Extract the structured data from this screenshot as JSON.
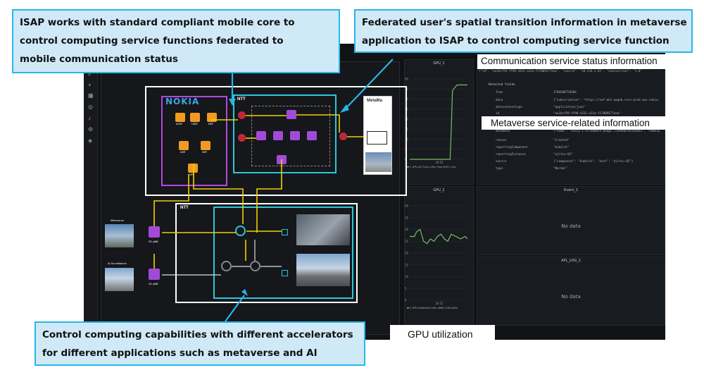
{
  "callouts": {
    "top_left": [
      "ISAP works with standard compliant mobile core to",
      "control computing service functions federated to",
      "mobile communication status"
    ],
    "top_right": [
      "Federated user's spatial transition information in metaverse",
      "application to ISAP to control computing service function"
    ],
    "bottom": [
      "Control computing capabilities with different accelerators",
      "for different applications such as metaverse and AI"
    ]
  },
  "labels": {
    "comm_status": "Communication service status information",
    "metaverse_info": "Metaverse service-related information",
    "gpu_util": "GPU utilization"
  },
  "diagram": {
    "nokia_logo": "NOKIA",
    "ntt_top": "NTT",
    "ntt_bottom": "NTT",
    "metama": "MetaMa",
    "metaverse_label": "Metaverse",
    "ai_label": "AI Surveillance",
    "gnb_top": "5G gNB",
    "gnb_bottom": "5G gNB",
    "nodes": [
      "AUSF",
      "UDM",
      "NEF",
      "AMF",
      "SMF",
      "UPF"
    ]
  },
  "panels": {
    "gpu1": {
      "title": "GPU_1",
      "legend": "C-GPU-a577ecb-116e-74ea-6951-11bc"
    },
    "gpu2": {
      "title": "GPU_2",
      "legend": "C-GPU-bc8dbe40-ce8e-d866-1345-a48e"
    },
    "event2": {
      "title": "Event_2",
      "body": "No data"
    },
    "apl_log2": {
      "title": "APL_LOG_2",
      "body": "No data"
    }
  },
  "log": {
    "header": "{\"id\": \"ea1bcf59-ff98-4331-a22a-f27809577eea\", \"source\": \"10.234.2.61\", \"specversion\": \"1.0\"",
    "detected": "Detected fields",
    "rows": [
      {
        "k": "Time",
        "v": "1706680756604"
      },
      {
        "k": "data",
        "v": "{\"subscription\": \"https://nef.mk1-awgnb.core-prod.aws.nokia"
      },
      {
        "k": "datacontenttype",
        "v": "\"application/json\""
      },
      {
        "k": "id",
        "v": "\"ea1bcf59-ff98-4331-a22a-f27809577eea\""
      },
      {
        "k": "metadata",
        "v": "{\"name\": \"unity-1-5c70d8b54-p5wgs.17a99a87ba1e56e3\", \"namesp"
      },
      {
        "k": "reason",
        "v": "\"Created\""
      },
      {
        "k": "reportingComponent",
        "v": "\"kubelet\""
      },
      {
        "k": "reportingInstance",
        "v": "\"ajitsu-02\""
      },
      {
        "k": "source",
        "v": "{\"component\": \"kubelet\", \"host\": \"ajitsu-02\"}"
      },
      {
        "k": "type",
        "v": "\"Normal\""
      }
    ]
  },
  "chart_data": [
    {
      "type": "line",
      "title": "GPU_1",
      "ylim": [
        0,
        40
      ],
      "yticks": [
        "40",
        "35",
        "30",
        "25",
        "20",
        "15",
        "10",
        "5",
        "0"
      ],
      "xtick": "18:55",
      "series": [
        {
          "name": "C-GPU-a577ecb-116e-74ea-6951-11bc",
          "x": [
            0,
            70,
            72,
            74,
            76,
            82,
            84,
            100
          ],
          "values": [
            0,
            0,
            15,
            34,
            35,
            37,
            37,
            37
          ]
        }
      ]
    },
    {
      "type": "line",
      "title": "GPU_2",
      "ylim": [
        0,
        40
      ],
      "yticks": [
        "40",
        "35",
        "30",
        "25",
        "20",
        "15",
        "10",
        "5",
        "0"
      ],
      "xtick": "18:55",
      "series": [
        {
          "name": "C-GPU-bc8dbe40-ce8e-d866-1345-a48e",
          "x": [
            0,
            8,
            12,
            18,
            24,
            30,
            36,
            42,
            48,
            54,
            60,
            66,
            72,
            80,
            88,
            96,
            100
          ],
          "values": [
            27,
            27,
            29,
            30,
            25,
            24,
            26,
            25,
            27,
            28,
            26,
            25,
            28,
            27,
            26,
            27,
            26
          ]
        }
      ]
    }
  ]
}
